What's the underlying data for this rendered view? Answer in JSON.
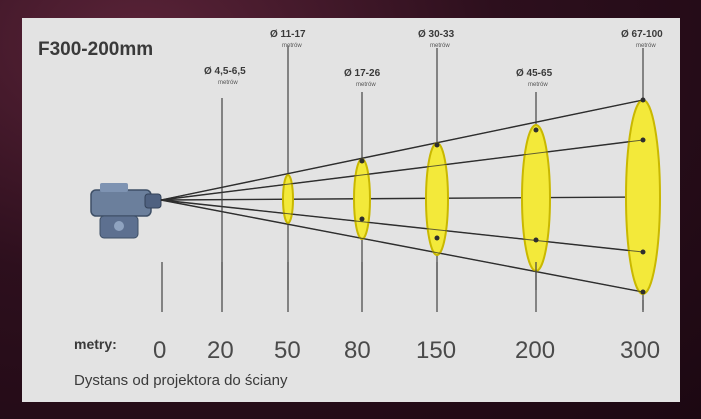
{
  "diagram": {
    "title": "F300-200mm",
    "distance_label": "metry:",
    "caption": "Dystans od projektora do ściany",
    "unit_label": "metrów",
    "markers": [
      {
        "distance": "0",
        "diameter": ""
      },
      {
        "distance": "20",
        "diameter": "Ø 4,5-6,5"
      },
      {
        "distance": "50",
        "diameter": "Ø 11-17"
      },
      {
        "distance": "80",
        "diameter": "Ø 17-26"
      },
      {
        "distance": "150",
        "diameter": "Ø 30-33"
      },
      {
        "distance": "200",
        "diameter": "Ø 45-65"
      },
      {
        "distance": "300",
        "diameter": "Ø 67-100"
      }
    ],
    "colors": {
      "beam_ellipse": "#f3e93a",
      "beam_ellipse_stroke": "#c9b800",
      "lines": "#2e2e2e",
      "panel": "#e3e3e3",
      "frame": "#3a1426"
    },
    "icons": [
      "projector-icon"
    ]
  }
}
